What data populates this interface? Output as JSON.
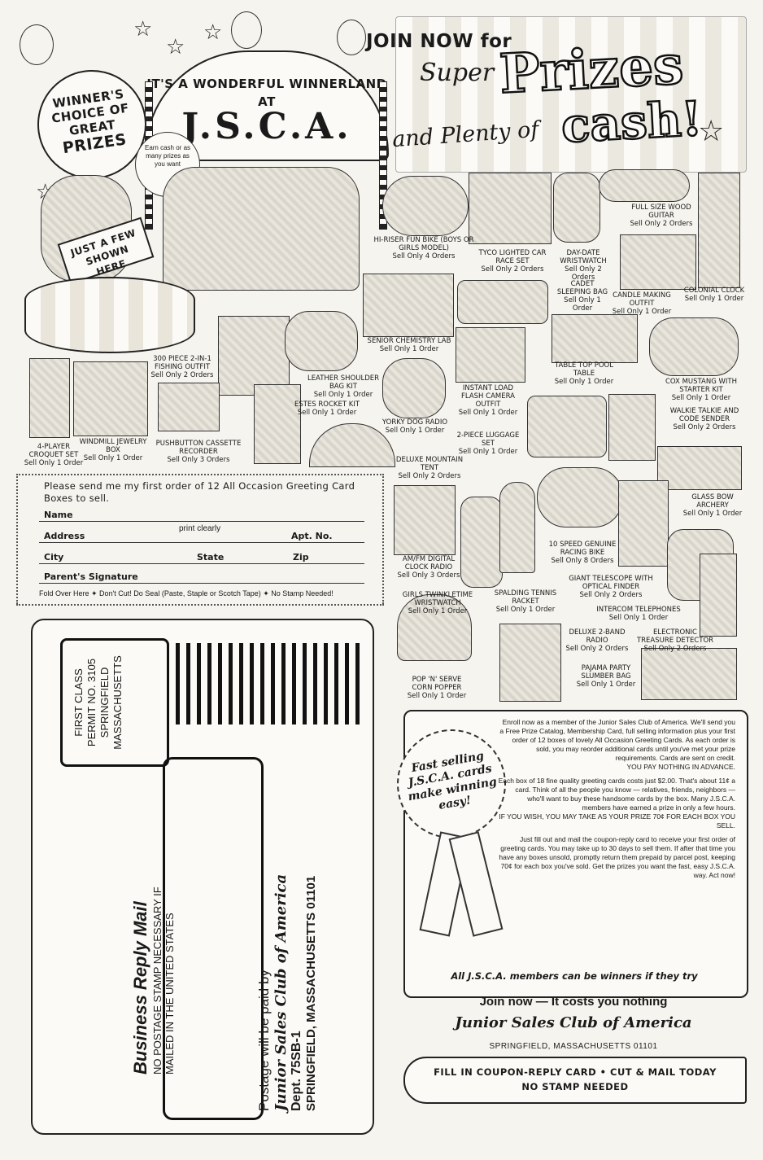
{
  "header": {
    "join_now": "JOIN NOW for",
    "super": "Super",
    "prizes": "Prizes",
    "plenty": "and Plenty of",
    "cash": "cash!"
  },
  "banner": {
    "line1": "IT'S A WONDERFUL WINNERLAND",
    "at": "AT",
    "jsca": "J.S.C.A."
  },
  "badge": {
    "line1": "WINNER'S",
    "line2": "CHOICE OF",
    "line3": "GREAT",
    "line4": "PRIZES"
  },
  "earn": "Earn cash or as many prizes as you want",
  "sign": "JUST A FEW SHOWN HERE",
  "prizes": [
    {
      "name": "HI-RISER FUN BIKE (BOYS OR GIRLS MODEL)",
      "order": "Sell Only 4 Orders"
    },
    {
      "name": "TYCO LIGHTED CAR RACE SET",
      "order": "Sell Only 2 Orders"
    },
    {
      "name": "DAY-DATE WRISTWATCH",
      "order": "Sell Only 2 Orders"
    },
    {
      "name": "FULL SIZE WOOD GUITAR",
      "order": "Sell Only 2 Orders"
    },
    {
      "name": "COLONIAL CLOCK",
      "order": "Sell Only 1 Order"
    },
    {
      "name": "CADET SLEEPING BAG",
      "order": "Sell Only 1 Order"
    },
    {
      "name": "CANDLE MAKING OUTFIT",
      "order": "Sell Only 1 Order"
    },
    {
      "name": "SENIOR CHEMISTRY LAB",
      "order": "Sell Only 1 Order"
    },
    {
      "name": "300 PIECE 2-in-1 FISHING OUTFIT",
      "order": "Sell Only 2 Orders"
    },
    {
      "name": "LEATHER SHOULDER BAG KIT",
      "order": "Sell Only 1 Order"
    },
    {
      "name": "TABLE TOP POOL TABLE",
      "order": "Sell Only 1 Order"
    },
    {
      "name": "COX MUSTANG WITH STARTER KIT",
      "order": "Sell Only 1 Order"
    },
    {
      "name": "INSTANT LOAD FLASH CAMERA OUTFIT",
      "order": "Sell Only 1 Order"
    },
    {
      "name": "ESTES ROCKET KIT",
      "order": "Sell Only 1 Order"
    },
    {
      "name": "WALKIE TALKIE AND CODE SENDER",
      "order": "Sell Only 2 Orders"
    },
    {
      "name": "YORKY DOG RADIO",
      "order": "Sell Only 1 Order"
    },
    {
      "name": "2-PIECE LUGGAGE SET",
      "order": "Sell Only 1 Order"
    },
    {
      "name": "4-PLAYER CROQUET SET",
      "order": "Sell Only 1 Order"
    },
    {
      "name": "WINDMILL JEWELRY BOX",
      "order": "Sell Only 1 Order"
    },
    {
      "name": "PUSHBUTTON CASSETTE RECORDER",
      "order": "Sell Only 3 Orders"
    },
    {
      "name": "DELUXE MOUNTAIN TENT",
      "order": "Sell Only 2 Orders"
    },
    {
      "name": "GLASS BOW ARCHERY",
      "order": "Sell Only 1 Order"
    },
    {
      "name": "AM/FM DIGITAL CLOCK RADIO",
      "order": "Sell Only 3 Orders"
    },
    {
      "name": "10 SPEED GENUINE RACING BIKE",
      "order": "Sell Only 8 Orders"
    },
    {
      "name": "GIANT TELESCOPE WITH OPTICAL FINDER",
      "order": "Sell Only 2 Orders"
    },
    {
      "name": "GIRLS TWINKLETIME WRISTWATCH",
      "order": "Sell Only 1 Order"
    },
    {
      "name": "SPALDING TENNIS RACKET",
      "order": "Sell Only 1 Order"
    },
    {
      "name": "INTERCOM TELEPHONES",
      "order": "Sell Only 1 Order"
    },
    {
      "name": "DELUXE 2-BAND RADIO",
      "order": "Sell Only 2 Orders"
    },
    {
      "name": "ELECTRONIC TREASURE DETECTOR",
      "order": "Sell Only 2 Orders"
    },
    {
      "name": "POP 'N' SERVE CORN POPPER",
      "order": "Sell Only 1 Order"
    },
    {
      "name": "PAJAMA PARTY SLUMBER BAG",
      "order": "Sell Only 1 Order"
    }
  ],
  "coupon": {
    "intro": "Please send me my first order of 12 All Occasion Greeting Card Boxes to sell.",
    "name": "Name",
    "print_clearly": "print clearly",
    "address": "Address",
    "apt": "Apt. No.",
    "city": "City",
    "state": "State",
    "zip": "Zip",
    "parent": "Parent's Signature",
    "fold": "Fold Over Here ✦ Don't Cut! Do Seal (Paste, Staple or Scotch Tape) ✦ No Stamp Needed!"
  },
  "reply": {
    "first_class": "FIRST CLASS",
    "permit": "PERMIT NO. 3105",
    "city": "SPRINGFIELD",
    "state": "MASSACHUSETTS",
    "brm": "Business Reply Mail",
    "no_postage": "NO POSTAGE STAMP NECESSARY IF",
    "mailed": "MAILED IN THE UNITED STATES",
    "postage": "Postage will be paid by",
    "club": "Junior Sales Club of America",
    "dept": "Dept. 75SB-1",
    "address": "SPRINGFIELD, MASSACHUSETTS 01101"
  },
  "ribbon": {
    "l1": "Fast selling",
    "l2": "J.S.C.A. cards",
    "l3": "make winning",
    "l4": "easy!"
  },
  "info": {
    "p1": "Enroll now as a member of the Junior Sales Club of America. We'll send you a Free Prize Catalog, Membership Card, full selling information plus your first order of 12 boxes of lovely All Occasion Greeting Cards. As each order is sold, you may reorder additional cards until you've met your prize requirements. Cards are sent on credit.",
    "p1b": "YOU PAY NOTHING IN ADVANCE.",
    "p2": "Each box of 18 fine quality greeting cards costs just $2.00. That's about 11¢ a card. Think of all the people you know — relatives, friends, neighbors — who'll want to buy these handsome cards by the box. Many J.S.C.A. members have earned a prize in only a few hours.",
    "p2b": "IF YOU WISH, YOU MAY TAKE AS YOUR PRIZE 70¢ FOR EACH BOX YOU SELL.",
    "p3": "Just fill out and mail the coupon-reply card to receive your first order of greeting cards. You may take up to 30 days to sell them. If after that time you have any boxes unsold, promptly return them prepaid by parcel post, keeping 70¢ for each box you've sold. Get the prizes you want the fast, easy J.S.C.A. way. Act now!",
    "winners": "All J.S.C.A. members can be winners if they try"
  },
  "footer": {
    "join": "Join now — It costs you nothing",
    "club": "Junior Sales Club of America",
    "address": "SPRINGFIELD, MASSACHUSETTS 01101",
    "fill": "FILL IN COUPON-REPLY CARD • CUT & MAIL TODAY",
    "nostamp": "NO STAMP NEEDED"
  }
}
